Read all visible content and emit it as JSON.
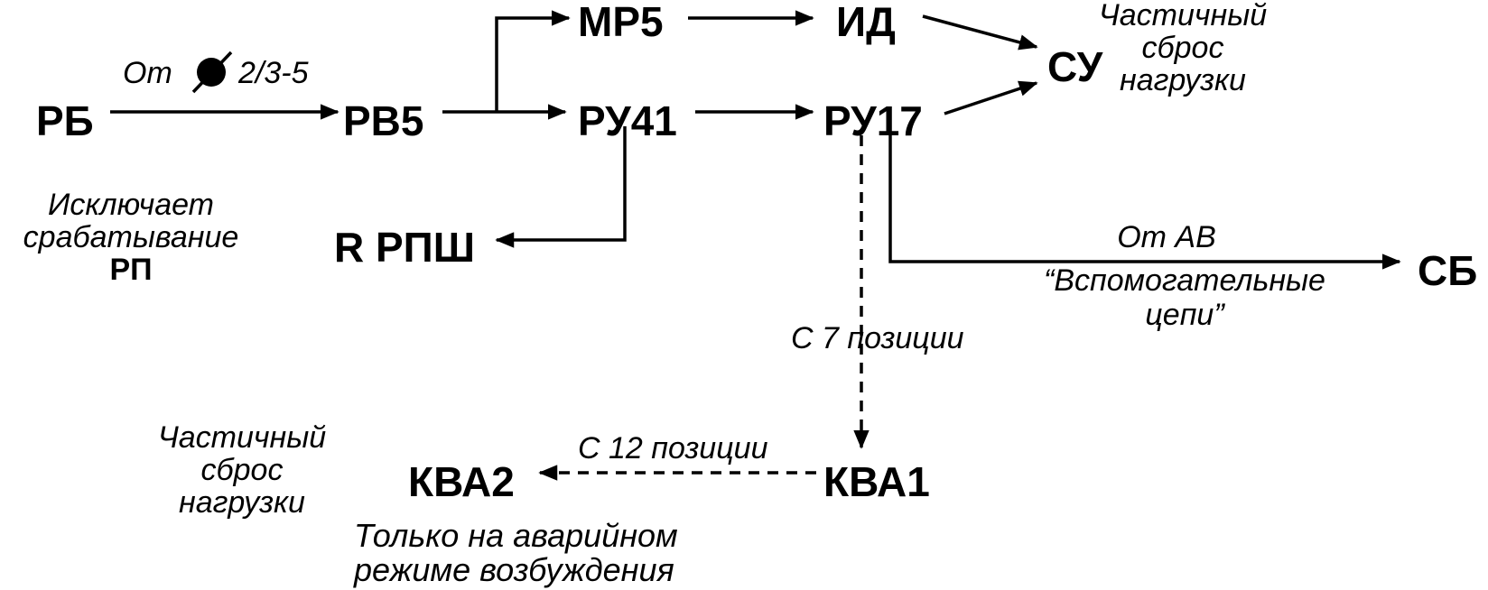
{
  "nodes": {
    "rb": "РБ",
    "rv5": "РВ5",
    "mp5": "МР5",
    "id": "ИД",
    "ru41": "РУ41",
    "ru17": "РУ17",
    "su": "СУ",
    "rrpsh": "R РПШ",
    "sb": "СБ",
    "kva1": "КВА1",
    "kva2": "КВА2"
  },
  "labels": {
    "rb_rv5_prefix": "От",
    "rb_rv5_suffix": "2/3-5",
    "su_note": [
      "Частичный",
      "сброс",
      "нагрузки"
    ],
    "rb_note": [
      "Исключает",
      "срабатывание"
    ],
    "rb_note_bold": "РП",
    "ab_from": "От АВ",
    "aux_circuits": [
      "“Вспомогательные",
      "цепи”"
    ],
    "from_pos7": "С 7 позиции",
    "from_pos12": "С 12 позиции",
    "kva2_note": [
      "Частичный",
      "сброс",
      "нагрузки"
    ],
    "emergency": [
      "Только на аварийном",
      "режиме возбуждения"
    ]
  },
  "icons": {
    "diameter_symbol": "diameter-icon"
  },
  "colors": {
    "ink": "#000000",
    "background": "#ffffff"
  }
}
